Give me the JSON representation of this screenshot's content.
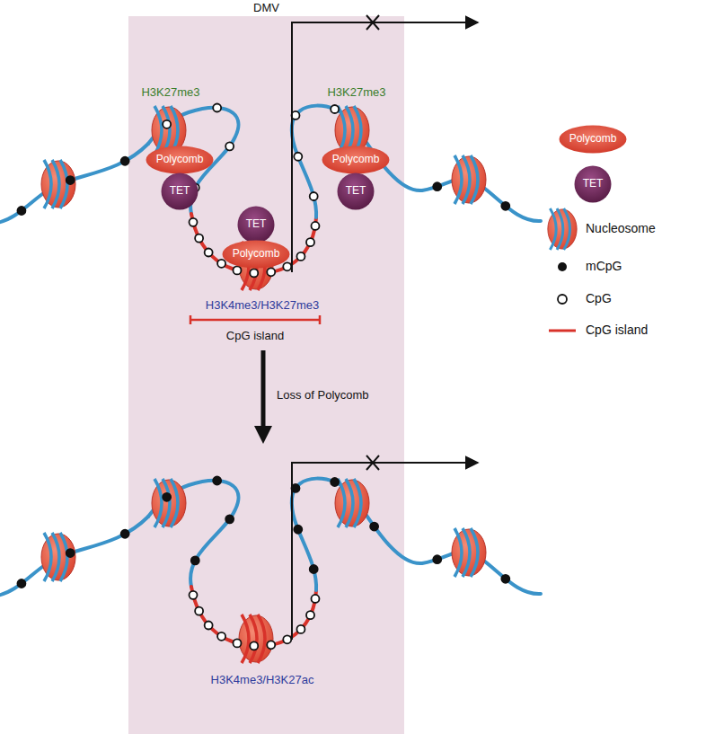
{
  "diagram": {
    "nodes": [
      {
        "text": [
          "DMV"
        ]
      },
      {
        "text": [
          "Polycomb"
        ],
        "in": 0
      },
      {
        "text": [
          "TET"
        ],
        "in": 0
      },
      {
        "text": [
          "TET"
        ],
        "in": 0
      },
      {
        "text": [
          "Polycomb"
        ],
        "in": 0
      },
      {
        "text": [
          "Polycomb"
        ],
        "in": 0
      },
      {
        "text": [
          "TET"
        ],
        "in": 0
      },
      {
        "text": [
          "Polycomb"
        ]
      },
      {
        "text": [
          "TET"
        ]
      }
    ],
    "labels": [
      "H3K27me3",
      "H3K27me3",
      "H3K4me3/H3K27me3",
      "CpG island",
      "Loss of Polycomb",
      "H3K4me3/H3K27ac"
    ],
    "legend": [
      {
        "text": "Nucleosome"
      },
      {
        "text": "mCpG"
      },
      {
        "text": "CpG"
      },
      {
        "text": "CpG island"
      }
    ]
  }
}
